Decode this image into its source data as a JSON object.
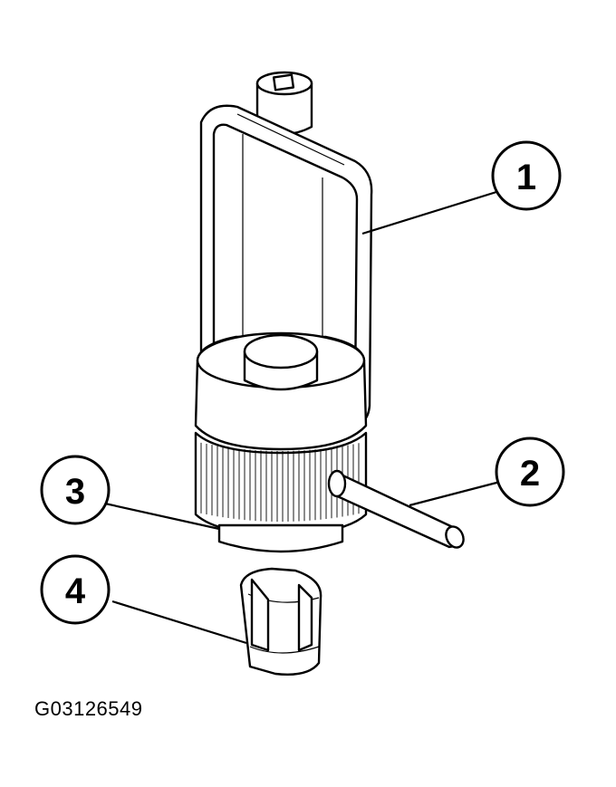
{
  "figure": {
    "id_label": "G03126549"
  },
  "callouts": [
    {
      "number": "1",
      "part": "frame"
    },
    {
      "number": "2",
      "part": "handle-pin"
    },
    {
      "number": "3",
      "part": "body"
    },
    {
      "number": "4",
      "part": "split-sleeve"
    }
  ],
  "colors": {
    "line": "#000000",
    "background": "#ffffff"
  }
}
